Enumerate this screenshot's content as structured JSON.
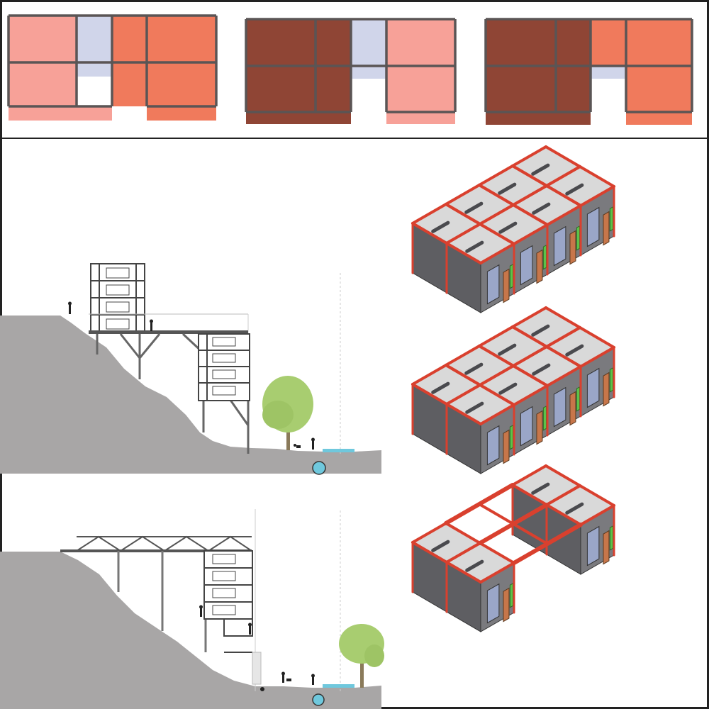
{
  "palette": {
    "pink": "#f7a198",
    "salmon": "#f07a5c",
    "brown": "#8f4535",
    "lavender": "#d0d5ea",
    "frame": "#5a5555",
    "ground": "#a8a6a6",
    "tree": "#a8cd70",
    "water": "#6fc8dd",
    "wall_dark": "#5e5e62",
    "wall_light": "#ececec",
    "beam_red": "#d9402e",
    "accent_green": "#5cc24a",
    "door_orange": "#c7764a",
    "glass_blue": "#9aa6c8"
  },
  "plans": [
    {
      "id": "plan-1",
      "cells": [
        "pink",
        "lavender",
        "salmon",
        "salmon",
        "pink",
        "empty",
        "salmon",
        "salmon"
      ],
      "bases": [
        "pink",
        "salmon"
      ]
    },
    {
      "id": "plan-2",
      "cells": [
        "brown",
        "brown",
        "lavender",
        "pink",
        "brown",
        "brown",
        "empty",
        "pink"
      ],
      "bases": [
        "brown",
        "pink"
      ]
    },
    {
      "id": "plan-3",
      "cells": [
        "brown",
        "brown",
        "salmon",
        "salmon",
        "brown",
        "brown",
        "empty",
        "salmon"
      ],
      "bases": [
        "brown",
        "salmon"
      ]
    }
  ],
  "sections": [
    {
      "id": "section-upper",
      "variant": "tower-and-hanging-block"
    },
    {
      "id": "section-lower",
      "variant": "truss-bridge-and-stepped-block"
    }
  ],
  "axonometric": {
    "modules": [
      {
        "id": "axo-top",
        "shape": "full"
      },
      {
        "id": "axo-middle",
        "shape": "notched"
      },
      {
        "id": "axo-bottom",
        "shape": "bridged"
      }
    ]
  }
}
